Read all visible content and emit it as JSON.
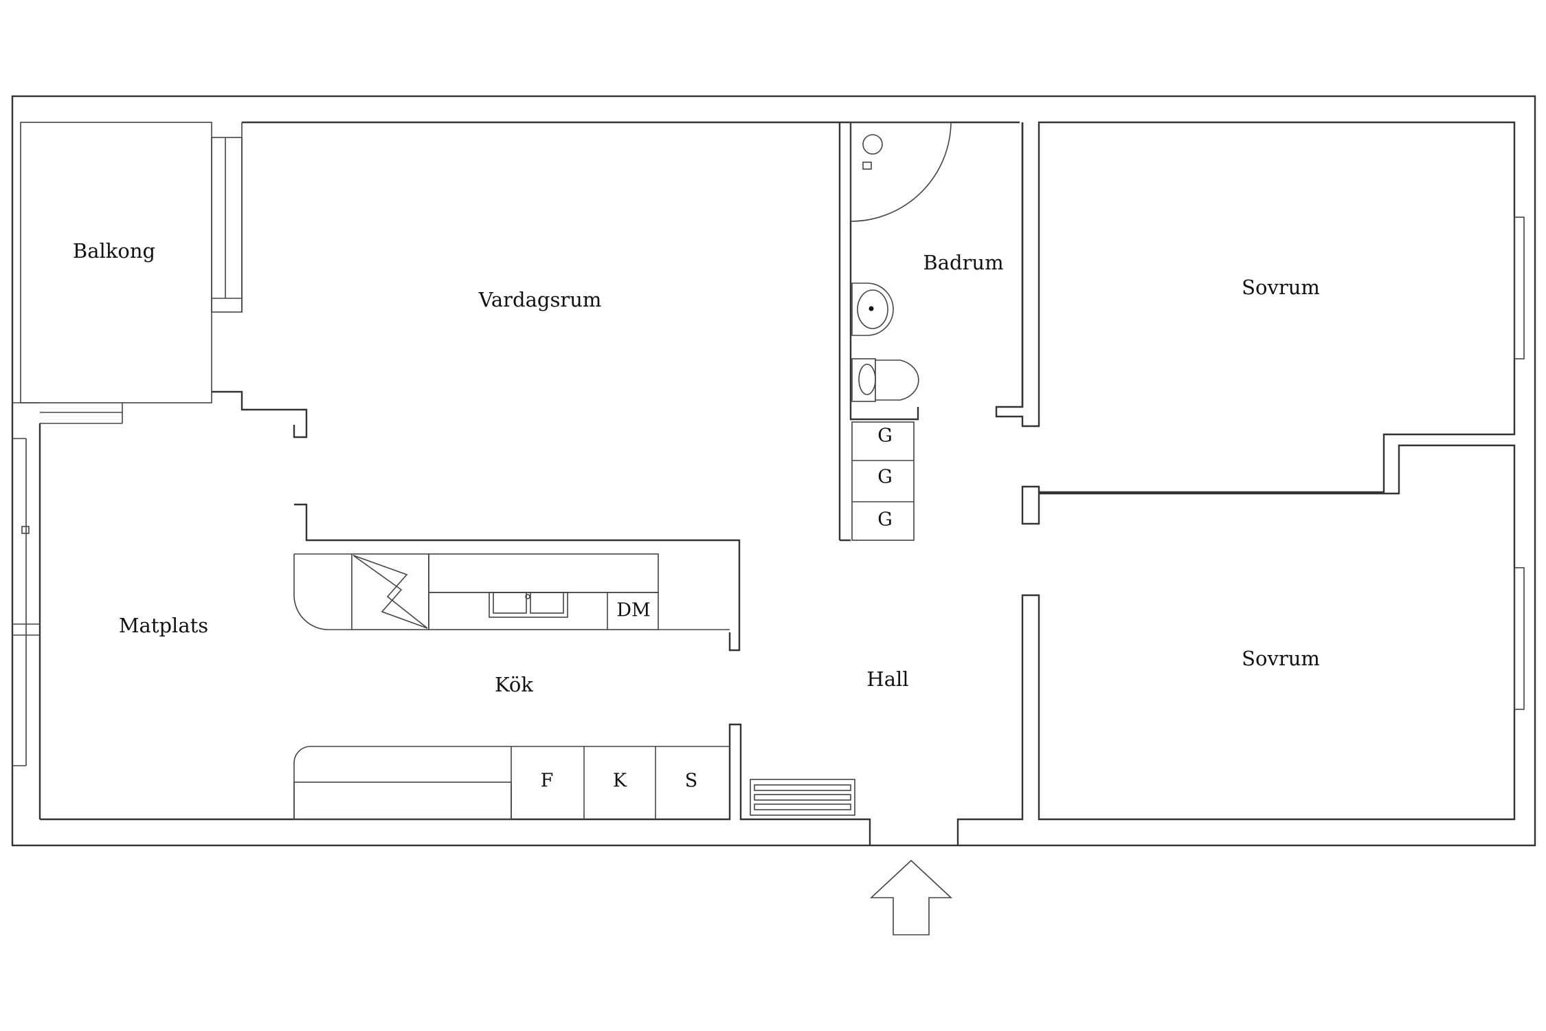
{
  "rooms": {
    "balkong": "Balkong",
    "vardagsrum": "Vardagsrum",
    "badrum": "Badrum",
    "sovrum_1": "Sovrum",
    "sovrum_2": "Sovrum",
    "matplats": "Matplats",
    "kok": "Kök",
    "hall": "Hall"
  },
  "fixtures": {
    "closet_1": "G",
    "closet_2": "G",
    "closet_3": "G",
    "dishwasher": "DM",
    "fridge": "F",
    "cabinet_k": "K",
    "cabinet_s": "S"
  },
  "icons": {
    "entrance": "arrow-up-outline",
    "stove": "stove-zigzag",
    "sink": "double-sink",
    "radiator": "radiator"
  },
  "colors": {
    "wall": "#333333",
    "background": "#ffffff"
  }
}
